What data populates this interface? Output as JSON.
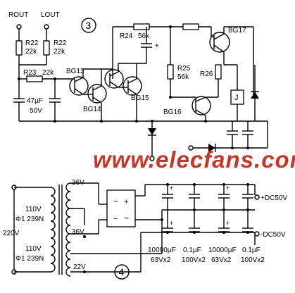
{
  "section_upper": "3",
  "section_lower": "4",
  "labels": {
    "rout": "ROUT",
    "lout": "LOUT",
    "r22_left": "R22",
    "r22_left_val": "22k",
    "r22_right": "R22",
    "r22_right_val": "22k",
    "r23": "R23",
    "r23_val": "22k",
    "c_47": "47µF",
    "c_47_v": "50V",
    "bg13": "BG13",
    "bg14": "BG14",
    "bg15": "BG15",
    "bg16": "BG16",
    "bg17": "BG17",
    "r24": "R24",
    "r24_val": "56k",
    "r25": "R25",
    "r25_val": "56k",
    "r26": "R26",
    "relay": "J",
    "plus": "+"
  },
  "power": {
    "v110_top": "110V",
    "phi_top": "Φ1  239N",
    "v220": "220V",
    "v110_bot": "110V",
    "phi_bot": "Φ1  239N",
    "v36_top": "36V",
    "v36_bot": "36V",
    "v22": "22V",
    "dc_pos": "+DC50V",
    "dc_neg": "-DC50V",
    "cap1": "10000µF",
    "cap1_v": "63Vx2",
    "cap2": "0.1µF",
    "cap2_v": "100Vx2",
    "cap3": "10000µF",
    "cap3_v": "63Vx2",
    "cap4": "0.1µF",
    "cap4_v": "100Vx2",
    "bridge_plus": "+",
    "bridge_minus": "−"
  },
  "watermark": "www.elecfans.com"
}
